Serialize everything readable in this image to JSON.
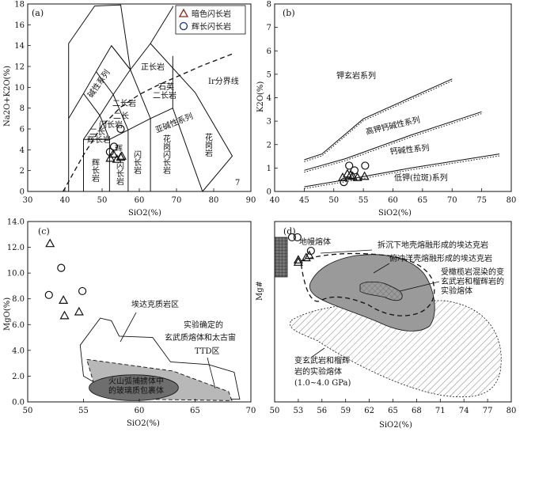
{
  "chart_data": [
    {
      "panel": "(a)",
      "type": "scatter",
      "xlabel": "SiO2(%)",
      "ylabel": "Na2O+K2O(%)",
      "xlim": [
        30,
        90
      ],
      "ylim": [
        0,
        18
      ],
      "xticks": [
        30,
        40,
        50,
        60,
        70,
        80,
        90
      ],
      "yticks": [
        0,
        2,
        4,
        6,
        8,
        10,
        12,
        14,
        16,
        18
      ],
      "legend": [
        {
          "marker": "triangle",
          "label": "暗色闪长岩",
          "color": "#8B2A1C"
        },
        {
          "marker": "circle",
          "label": "辉长闪长岩",
          "color": "#1A2F6E"
        }
      ],
      "series": [
        {
          "marker": "triangle",
          "points": [
            [
              52.2,
              3.2
            ],
            [
              53.0,
              3.6
            ],
            [
              54.0,
              3.1
            ],
            [
              55.0,
              3.3
            ],
            [
              55.3,
              3.4
            ]
          ]
        },
        {
          "marker": "circle",
          "points": [
            [
              52.1,
              3.8
            ],
            [
              53.2,
              4.3
            ],
            [
              55.0,
              6.0
            ]
          ]
        }
      ],
      "field_labels": [
        "碱性系列",
        "二长岩",
        "正长岩",
        "石英",
        "二长岩",
        "二长",
        "闪长岩",
        "二长",
        "辉长岩",
        "辉",
        "闪长岩",
        "亚碱性系列",
        "花岗闪长岩",
        "花岗岩",
        "辉长岩",
        "闪长岩",
        "Ir分界线",
        "7"
      ],
      "field_polylines": [
        [
          [
            41,
            0
          ],
          [
            41,
            7
          ],
          [
            45,
            9.4
          ],
          [
            48.4,
            11.5
          ],
          [
            52.5,
            14
          ],
          [
            57.6,
            11.7
          ],
          [
            63,
            14.2
          ],
          [
            69,
            17.7
          ],
          [
            69,
            17.8
          ]
        ],
        [
          [
            45,
            0
          ],
          [
            45,
            5
          ],
          [
            52,
            5
          ],
          [
            57,
            5.9
          ],
          [
            63,
            7
          ],
          [
            69,
            8
          ],
          [
            77,
            0
          ]
        ],
        [
          [
            52,
            0
          ],
          [
            52,
            5
          ]
        ],
        [
          [
            57,
            0
          ],
          [
            57,
            5.9
          ]
        ],
        [
          [
            63,
            0
          ],
          [
            63,
            7
          ]
        ],
        [
          [
            45,
            5
          ],
          [
            49.4,
            7.3
          ],
          [
            53,
            9.3
          ],
          [
            57.6,
            11.7
          ]
        ],
        [
          [
            52,
            5
          ],
          [
            49.4,
            7.3
          ],
          [
            45,
            9.4
          ]
        ],
        [
          [
            57,
            5.9
          ],
          [
            53,
            9.3
          ],
          [
            48.4,
            11.5
          ]
        ],
        [
          [
            63,
            7
          ],
          [
            57.6,
            11.7
          ],
          [
            52.5,
            14
          ]
        ],
        [
          [
            69,
            8
          ],
          [
            69,
            13
          ]
        ]
      ],
      "alkali_boundary": [
        [
          39.5,
          0
        ],
        [
          45,
          3.5
        ],
        [
          50,
          6.3
        ],
        [
          55,
          8.1
        ],
        [
          60,
          9.3
        ],
        [
          65,
          10.2
        ],
        [
          70,
          11
        ],
        [
          77,
          12.1
        ],
        [
          85,
          13.2
        ]
      ]
    },
    {
      "panel": "(b)",
      "type": "line",
      "xlabel": "SiO2(%)",
      "ylabel": "K2O(%)",
      "xlim": [
        40,
        80
      ],
      "ylim": [
        0,
        8
      ],
      "xticks": [
        40,
        45,
        50,
        55,
        60,
        65,
        70,
        75,
        80
      ],
      "yticks": [
        0,
        1,
        2,
        3,
        4,
        5,
        6,
        7,
        8
      ],
      "series_labels": [
        "钾玄岩系列",
        "高钾钙碱性系列",
        "钙碱性系列",
        "低钾(拉斑)系列"
      ],
      "boundaries": [
        [
          [
            45,
            1.35
          ],
          [
            48,
            1.6
          ],
          [
            55,
            3.1
          ],
          [
            70,
            4.8
          ]
        ],
        [
          [
            45,
            0.9
          ],
          [
            52,
            1.4
          ],
          [
            63,
            2.4
          ],
          [
            75,
            3.4
          ]
        ],
        [
          [
            45,
            0.2
          ],
          [
            52,
            0.5
          ],
          [
            63,
            1.0
          ],
          [
            78,
            1.6
          ]
        ]
      ],
      "series": [
        {
          "marker": "triangle",
          "points": [
            [
              51.5,
              0.6
            ],
            [
              52.3,
              0.75
            ],
            [
              52.8,
              0.7
            ],
            [
              53.2,
              0.65
            ],
            [
              54.0,
              0.6
            ],
            [
              55.2,
              0.65
            ]
          ]
        },
        {
          "marker": "circle",
          "points": [
            [
              51.7,
              0.4
            ],
            [
              52.6,
              1.1
            ],
            [
              55.3,
              1.1
            ],
            [
              53.5,
              0.9
            ]
          ]
        }
      ]
    },
    {
      "panel": "(c)",
      "type": "scatter",
      "xlabel": "SiO2(%)",
      "ylabel": "MgO(%)",
      "xlim": [
        50,
        70
      ],
      "ylim": [
        0,
        14
      ],
      "xticks": [
        50,
        55,
        60,
        65,
        70
      ],
      "yticks": [
        0,
        2,
        4,
        6,
        8,
        10,
        12,
        14
      ],
      "ytick_labels": [
        "0.0",
        "2.0",
        "4.0",
        "6.0",
        "8.0",
        "10.0",
        "12.0",
        "14.0"
      ],
      "region_labels": [
        "埃达克质岩区",
        "实验确定的",
        "玄武质熔体和太古宙",
        "TTD区",
        "火山弧捕掳体中",
        "的玻璃质包裹体"
      ],
      "series": [
        {
          "marker": "triangle",
          "points": [
            [
              52.0,
              12.3
            ],
            [
              53.2,
              7.9
            ],
            [
              53.3,
              6.7
            ],
            [
              54.6,
              7.0
            ]
          ]
        },
        {
          "marker": "circle",
          "points": [
            [
              53.0,
              10.4
            ],
            [
              51.9,
              8.3
            ],
            [
              54.9,
              8.6
            ]
          ]
        }
      ],
      "adakite_region": [
        [
          54.7,
          4.4
        ],
        [
          56.5,
          6.5
        ],
        [
          57.5,
          6.3
        ],
        [
          58.2,
          5.1
        ],
        [
          61.2,
          5.0
        ],
        [
          62.8,
          3.1
        ],
        [
          66.2,
          2.9
        ],
        [
          68.5,
          2.3
        ],
        [
          69.0,
          0.2
        ],
        [
          63,
          0.3
        ],
        [
          57,
          1.0
        ],
        [
          55,
          2.0
        ]
      ],
      "ttd_region": [
        [
          55.3,
          3.3
        ],
        [
          63,
          2.4
        ],
        [
          68,
          0.8
        ],
        [
          68.3,
          0.1
        ],
        [
          61,
          0.2
        ],
        [
          56,
          1.2
        ]
      ],
      "glass_region": {
        "cx": 59.5,
        "cy": 1.1,
        "rx": 4.0,
        "ry": 1.0
      }
    },
    {
      "panel": "(d)",
      "type": "scatter",
      "xlabel": "SiO2(%)",
      "ylabel": "Mg#",
      "xlim": [
        50,
        80
      ],
      "ylim": [
        0,
        80
      ],
      "xticks": [
        50,
        53,
        56,
        59,
        62,
        65,
        68,
        71,
        74,
        77,
        80
      ],
      "region_labels": [
        "地幔熔体",
        "拆沉下地壳熔融形成的埃达克岩",
        "俯冲洋壳熔融形成的埃达克岩",
        "受橄榄岩混染的变",
        "玄武岩和榴辉岩的",
        "实验熔体",
        "变玄武岩和榴辉",
        "岩的实验熔体",
        "(1.0~4.0 GPa)"
      ],
      "series": [
        {
          "marker": "circle",
          "points": [
            [
              52.2,
              73
            ],
            [
              52.9,
              73
            ],
            [
              54.6,
              67
            ]
          ]
        },
        {
          "marker": "triangle",
          "points": [
            [
              53.0,
              63
            ],
            [
              53.0,
              62
            ],
            [
              54.0,
              64
            ],
            [
              54.4,
              65
            ]
          ]
        }
      ]
    }
  ]
}
